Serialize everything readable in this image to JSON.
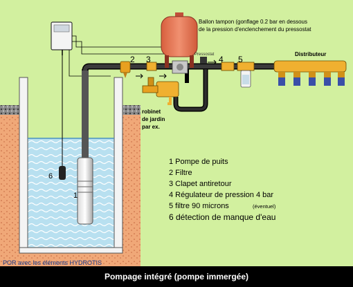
{
  "caption": "Pompage intégré (pompe immergée)",
  "tank_note": [
    "Ballon tampon (gonflage 0.2 bar en dessous",
    "de la pression d'enclenchement du pressostat"
  ],
  "pressostat_label": "Pressostat",
  "distributor_label": "Distributeur",
  "garden_tap_label": [
    "robinet",
    "de jardin",
    "par ex."
  ],
  "credit": "POR avec les éléments HYDROTIS",
  "pipe_numbers": [
    "2",
    "3",
    "4",
    "5"
  ],
  "pump_number": "1",
  "sensor_number": "6",
  "legend": [
    "1 Pompe de puits",
    "2 Filtre",
    "3 Clapet antiretour",
    "4 Régulateur de pression 4 bar",
    "5 filtre 90 microns",
    "6 détection de manque d'eau"
  ],
  "legend_note": "(éventuel)",
  "colors": {
    "background": "#d2f09f",
    "soil": "#f0a878",
    "water": "#b8e0f0",
    "tank": "#e87a5a",
    "valves": "#f0b030",
    "filters": "#3a4fa8"
  }
}
